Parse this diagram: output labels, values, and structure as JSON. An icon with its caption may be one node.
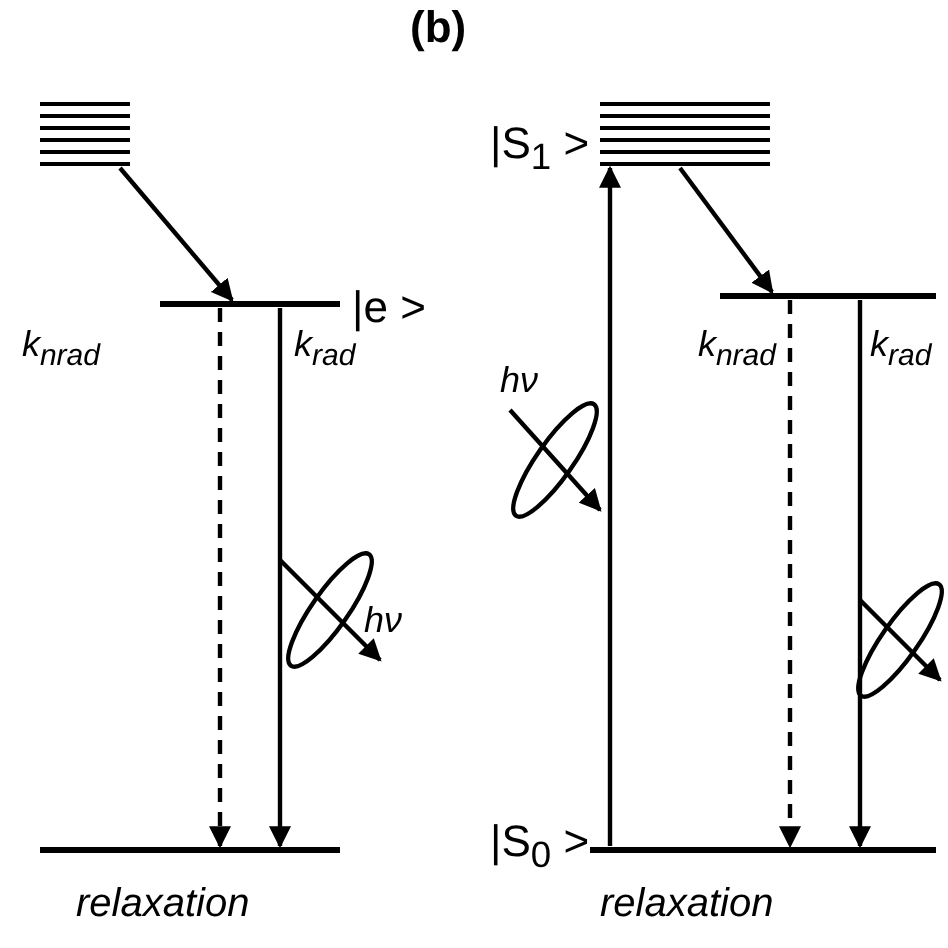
{
  "diagram": {
    "nodes": [
      {
        "text": [],
        "shape": "bar"
      },
      {
        "text": [
          "|e >"
        ]
      },
      {
        "text": [],
        "shape": "bar"
      },
      {
        "text": [
          "|S$_{1}$ >"
        ]
      },
      {
        "text": [],
        "shape": "bar"
      },
      {
        "text": [
          "|S$_{0}$ >"
        ]
      }
    ],
    "edges": [
      {
        "from": 0,
        "to": 1,
        "arrow": "to"
      },
      {
        "from": 1,
        "to": 2,
        "arrow": "to",
        "style": "dashed",
        "label": "k$_{nrad}$"
      },
      {
        "from": 1,
        "to": 2,
        "arrow": "to",
        "label": "k$_{rad}$"
      },
      {
        "from": 5,
        "to": 3,
        "arrow": "to"
      },
      {
        "from": 3,
        "to": 4,
        "arrow": "to"
      },
      {
        "from": 4,
        "to": 5,
        "arrow": "to",
        "style": "dashed",
        "label": "k$_{nrad}$"
      },
      {
        "from": 4,
        "to": 5,
        "arrow": "to",
        "label": "k$_{rad}$"
      }
    ],
    "labels": [
      "(b)",
      "hν",
      "relaxation",
      "hν",
      "relaxation"
    ]
  }
}
